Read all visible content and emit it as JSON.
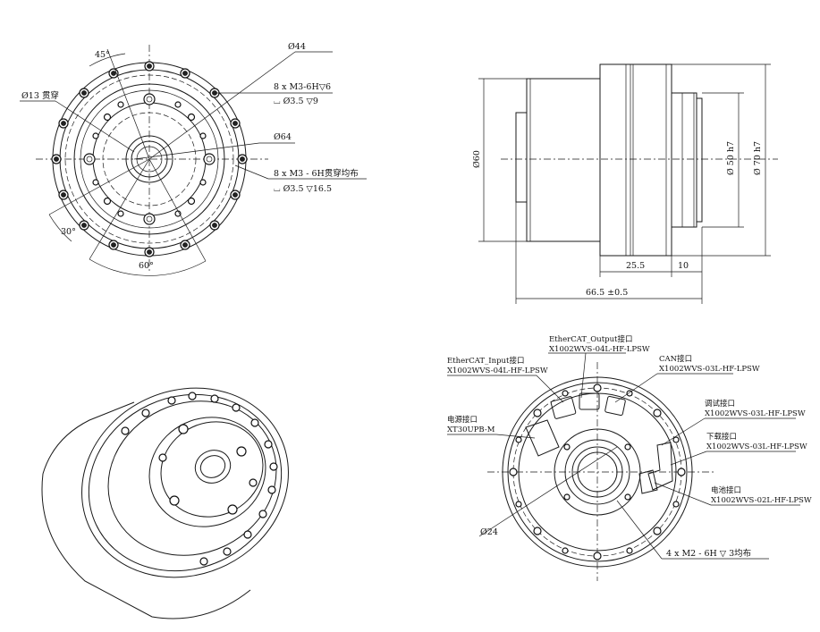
{
  "front_view": {
    "angle_top": "45°",
    "angle_left": "30°",
    "angle_bottom": "60°",
    "dim_bore": "Ø13 贯穿",
    "dim_outer": "Ø44",
    "callout_1_line1": "8 x M3-6H▽6",
    "callout_1_line2": "⌴ Ø3.5 ▽9",
    "dim_pcd": "Ø64",
    "callout_2_line1": "8 x M3 - 6H贯穿均布",
    "callout_2_line2": "⌴ Ø3.5 ▽16.5"
  },
  "side_view": {
    "dim_left_height": "Ø60",
    "dim_right_1": "Ø 50 h7",
    "dim_right_2": "Ø 70 h7",
    "dim_25": "25.5",
    "dim_10": "10",
    "dim_total": "66.5 ±0.5"
  },
  "rear_view": {
    "ethercat_output_label": "EtherCAT_Output接口",
    "ethercat_output_part": "X1002WVS-04L-HF-LPSW",
    "ethercat_input_label": "EtherCAT_Input接口",
    "ethercat_input_part": "X1002WVS-04L-HF-LPSW",
    "can_label": "CAN接口",
    "can_part": "X1002WVS-03L-HF-LPSW",
    "debug_label": "调试接口",
    "debug_part": "X1002WVS-03L-HF-LPSW",
    "power_label": "电源接口",
    "power_part": "XT30UPB-M",
    "download_label": "下载接口",
    "download_part": "X1002WVS-03L-HF-LPSW",
    "battery_label": "电池接口",
    "battery_part": "X1002WVS-02L-HF-LPSW",
    "dim_24": "Ø24",
    "callout_m2": "4 x M2 - 6H ▽ 3均布"
  }
}
